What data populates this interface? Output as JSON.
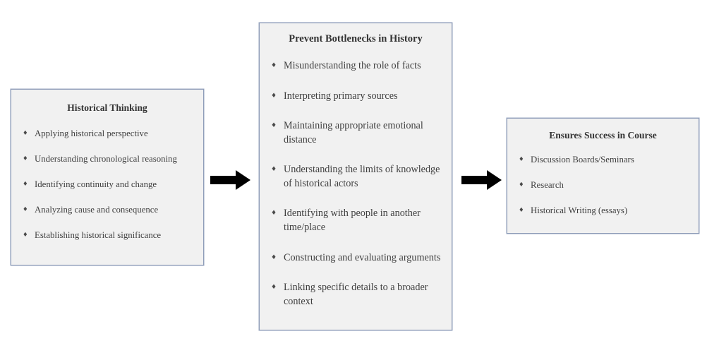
{
  "diagram": {
    "type": "horizontal-flow",
    "background_color": "#ffffff",
    "box_fill_color": "#f1f1f1",
    "box_border_color": "#8e9cb8",
    "arrow_color": "#000000",
    "bullet_glyph": "diamond-bullet",
    "bullet_char": "♦"
  },
  "boxes": [
    {
      "id": "historical-thinking",
      "title": "Historical Thinking",
      "items": [
        "Applying historical perspective",
        "Understanding chronological reasoning",
        "Identifying continuity and change",
        "Analyzing cause and consequence",
        "Establishing historical significance"
      ]
    },
    {
      "id": "prevent-bottlenecks",
      "title": "Prevent Bottlenecks in History",
      "items": [
        "Misunderstanding the role of facts",
        "Interpreting primary sources",
        "Maintaining appropriate emotional distance",
        "Understanding the limits of knowledge of historical actors",
        "Identifying with people in another time/place",
        "Constructing and evaluating arguments",
        "Linking specific details to a broader context"
      ]
    },
    {
      "id": "ensures-success",
      "title": "Ensures Success in Course",
      "items": [
        "Discussion Boards/Seminars",
        "Research",
        "Historical Writing (essays)"
      ]
    }
  ],
  "arrows": [
    {
      "id": "arrow-one",
      "icon": "right-block-arrow-icon"
    },
    {
      "id": "arrow-two",
      "icon": "right-block-arrow-icon"
    }
  ]
}
